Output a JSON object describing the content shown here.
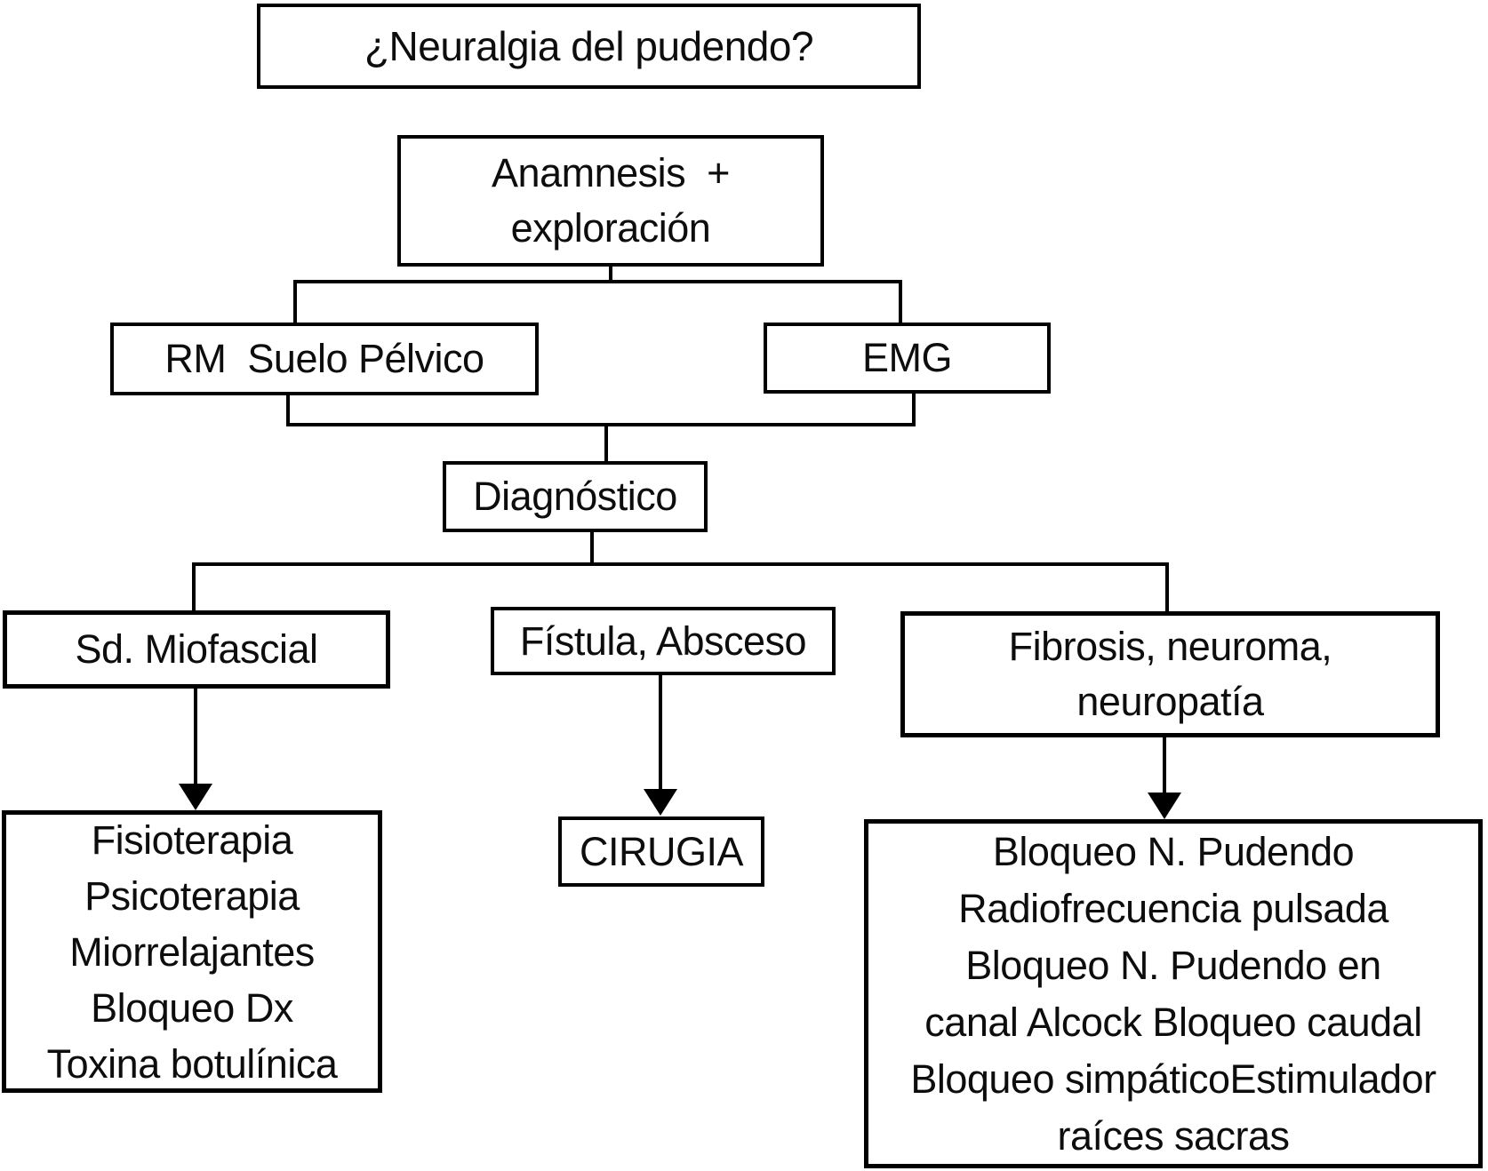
{
  "diagram": {
    "title": "¿Neuralgia del pudendo?",
    "background_color": "#ffffff",
    "line_color": "#000000",
    "nodes": {
      "anamnesis": [
        "Anamnesis  +",
        "exploración"
      ],
      "rm_suelo_pelvico": "RM  Suelo Pélvico",
      "emg": "EMG",
      "diagnostico": "Diagnóstico",
      "sd_miofascial": "Sd. Miofascial",
      "fistula_absceso": "Fístula, Absceso",
      "fibrosis": [
        "Fibrosis, neuroma,",
        "neuropatía"
      ],
      "tratamiento_miofascial": [
        "Fisioterapia",
        "Psicoterapia",
        "Miorrelajantes",
        "Bloqueo Dx",
        "Toxina botulínica"
      ],
      "cirugia": "CIRUGIA",
      "tratamiento_fibrosis": [
        "Bloqueo N. Pudendo",
        "Radiofrecuencia pulsada",
        "Bloqueo N. Pudendo en",
        "canal Alcock Bloqueo caudal",
        "Bloqueo simpáticoEstimulador",
        "raíces sacras"
      ]
    }
  }
}
